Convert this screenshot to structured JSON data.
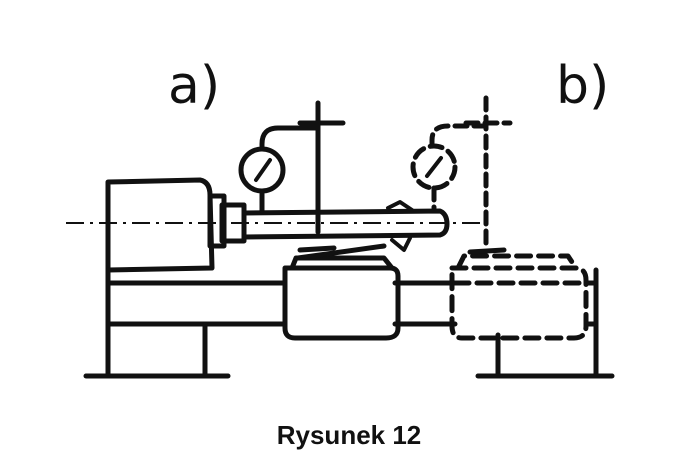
{
  "figure": {
    "label_a": "a)",
    "label_b": "b)"
  },
  "caption": "Rysunek 12",
  "colors": {
    "ink": "#111111",
    "background": "#ffffff"
  }
}
